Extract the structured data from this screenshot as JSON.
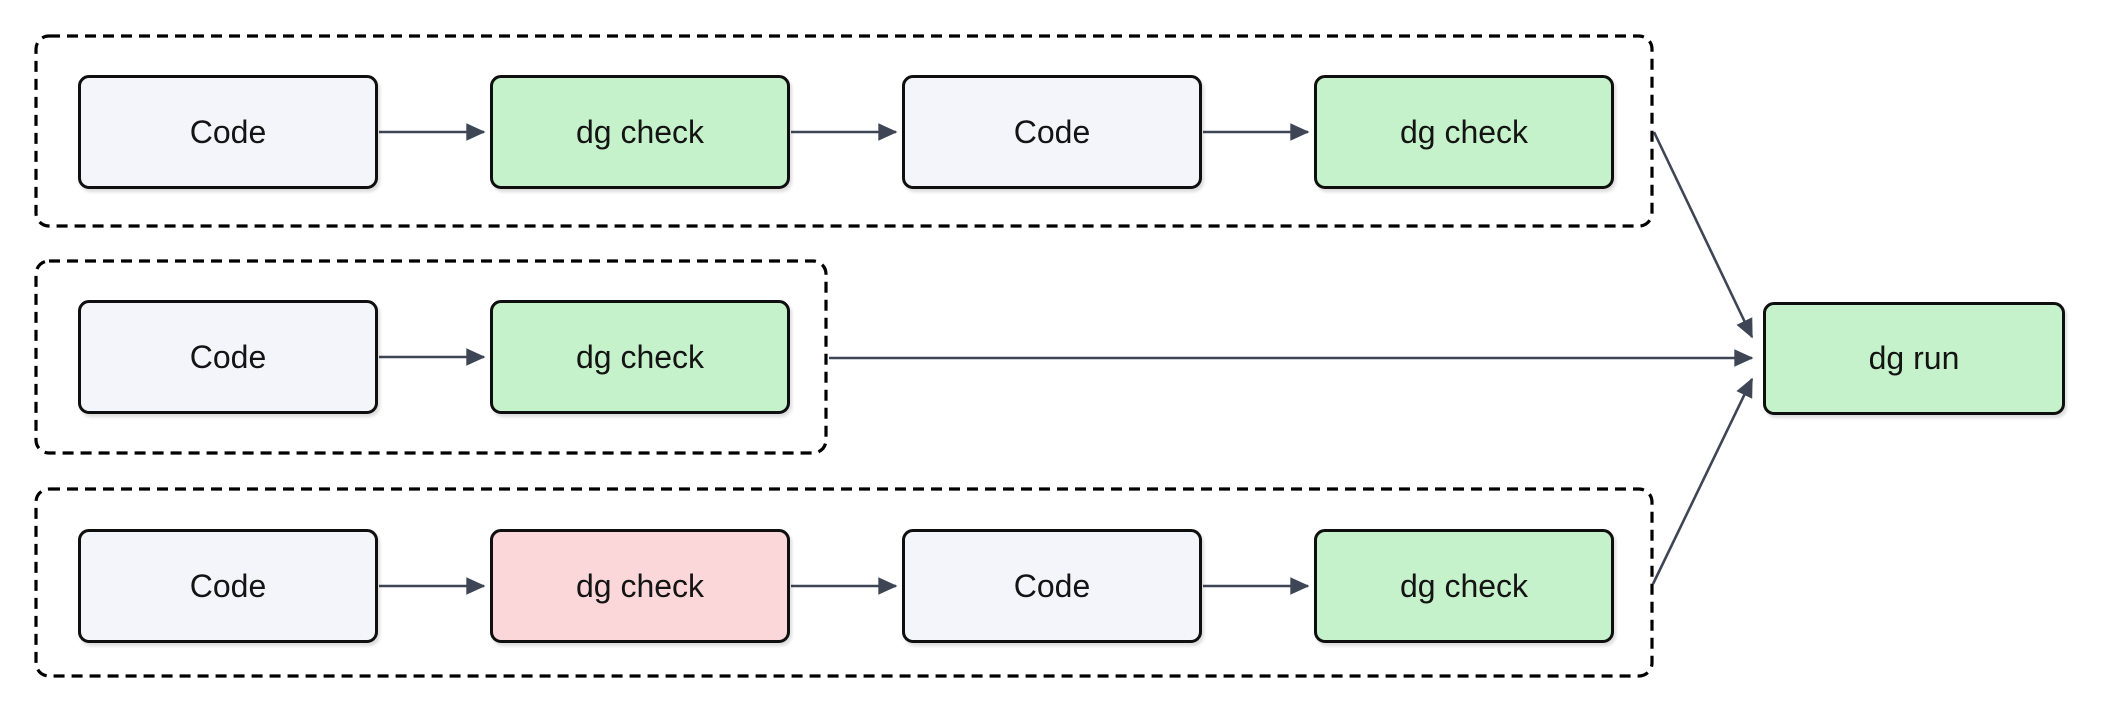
{
  "diagram": {
    "type": "flowchart",
    "direction": "left-to-right",
    "description": "Three dashed pipeline lanes of Code and dg check steps whose outputs converge into a single dg run node"
  },
  "colors": {
    "background": "#ffffff",
    "code_fill": "#f4f4fb",
    "check_pass_fill": "#c5f2ca",
    "check_fail_fill": "#fbd7d9",
    "run_fill": "#c5f2ca",
    "node_border": "#0f0f0f",
    "lane_border": "#000000",
    "edge": "#3e4656",
    "text": "#141414"
  },
  "lanes": [
    {
      "id": "lane-1",
      "nodes": [
        {
          "label": "Code",
          "kind": "code"
        },
        {
          "label": "dg check",
          "kind": "check",
          "status": "pass"
        },
        {
          "label": "Code",
          "kind": "code"
        },
        {
          "label": "dg check",
          "kind": "check",
          "status": "pass"
        }
      ]
    },
    {
      "id": "lane-2",
      "nodes": [
        {
          "label": "Code",
          "kind": "code"
        },
        {
          "label": "dg check",
          "kind": "check",
          "status": "pass"
        }
      ]
    },
    {
      "id": "lane-3",
      "nodes": [
        {
          "label": "Code",
          "kind": "code"
        },
        {
          "label": "dg check",
          "kind": "check",
          "status": "fail"
        },
        {
          "label": "Code",
          "kind": "code"
        },
        {
          "label": "dg check",
          "kind": "check",
          "status": "pass"
        }
      ]
    }
  ],
  "sink": {
    "label": "dg run",
    "kind": "run",
    "status": "pass"
  },
  "edges": [
    {
      "from": "lane-1.Code.1",
      "to": "lane-1.dg check.1"
    },
    {
      "from": "lane-1.dg check.1",
      "to": "lane-1.Code.2"
    },
    {
      "from": "lane-1.Code.2",
      "to": "lane-1.dg check.2"
    },
    {
      "from": "lane-2.Code.1",
      "to": "lane-2.dg check.1"
    },
    {
      "from": "lane-3.Code.1",
      "to": "lane-3.dg check.1"
    },
    {
      "from": "lane-3.dg check.1",
      "to": "lane-3.Code.2"
    },
    {
      "from": "lane-3.Code.2",
      "to": "lane-3.dg check.2"
    },
    {
      "from": "lane-1",
      "to": "dg run"
    },
    {
      "from": "lane-2",
      "to": "dg run"
    },
    {
      "from": "lane-3",
      "to": "dg run"
    }
  ]
}
